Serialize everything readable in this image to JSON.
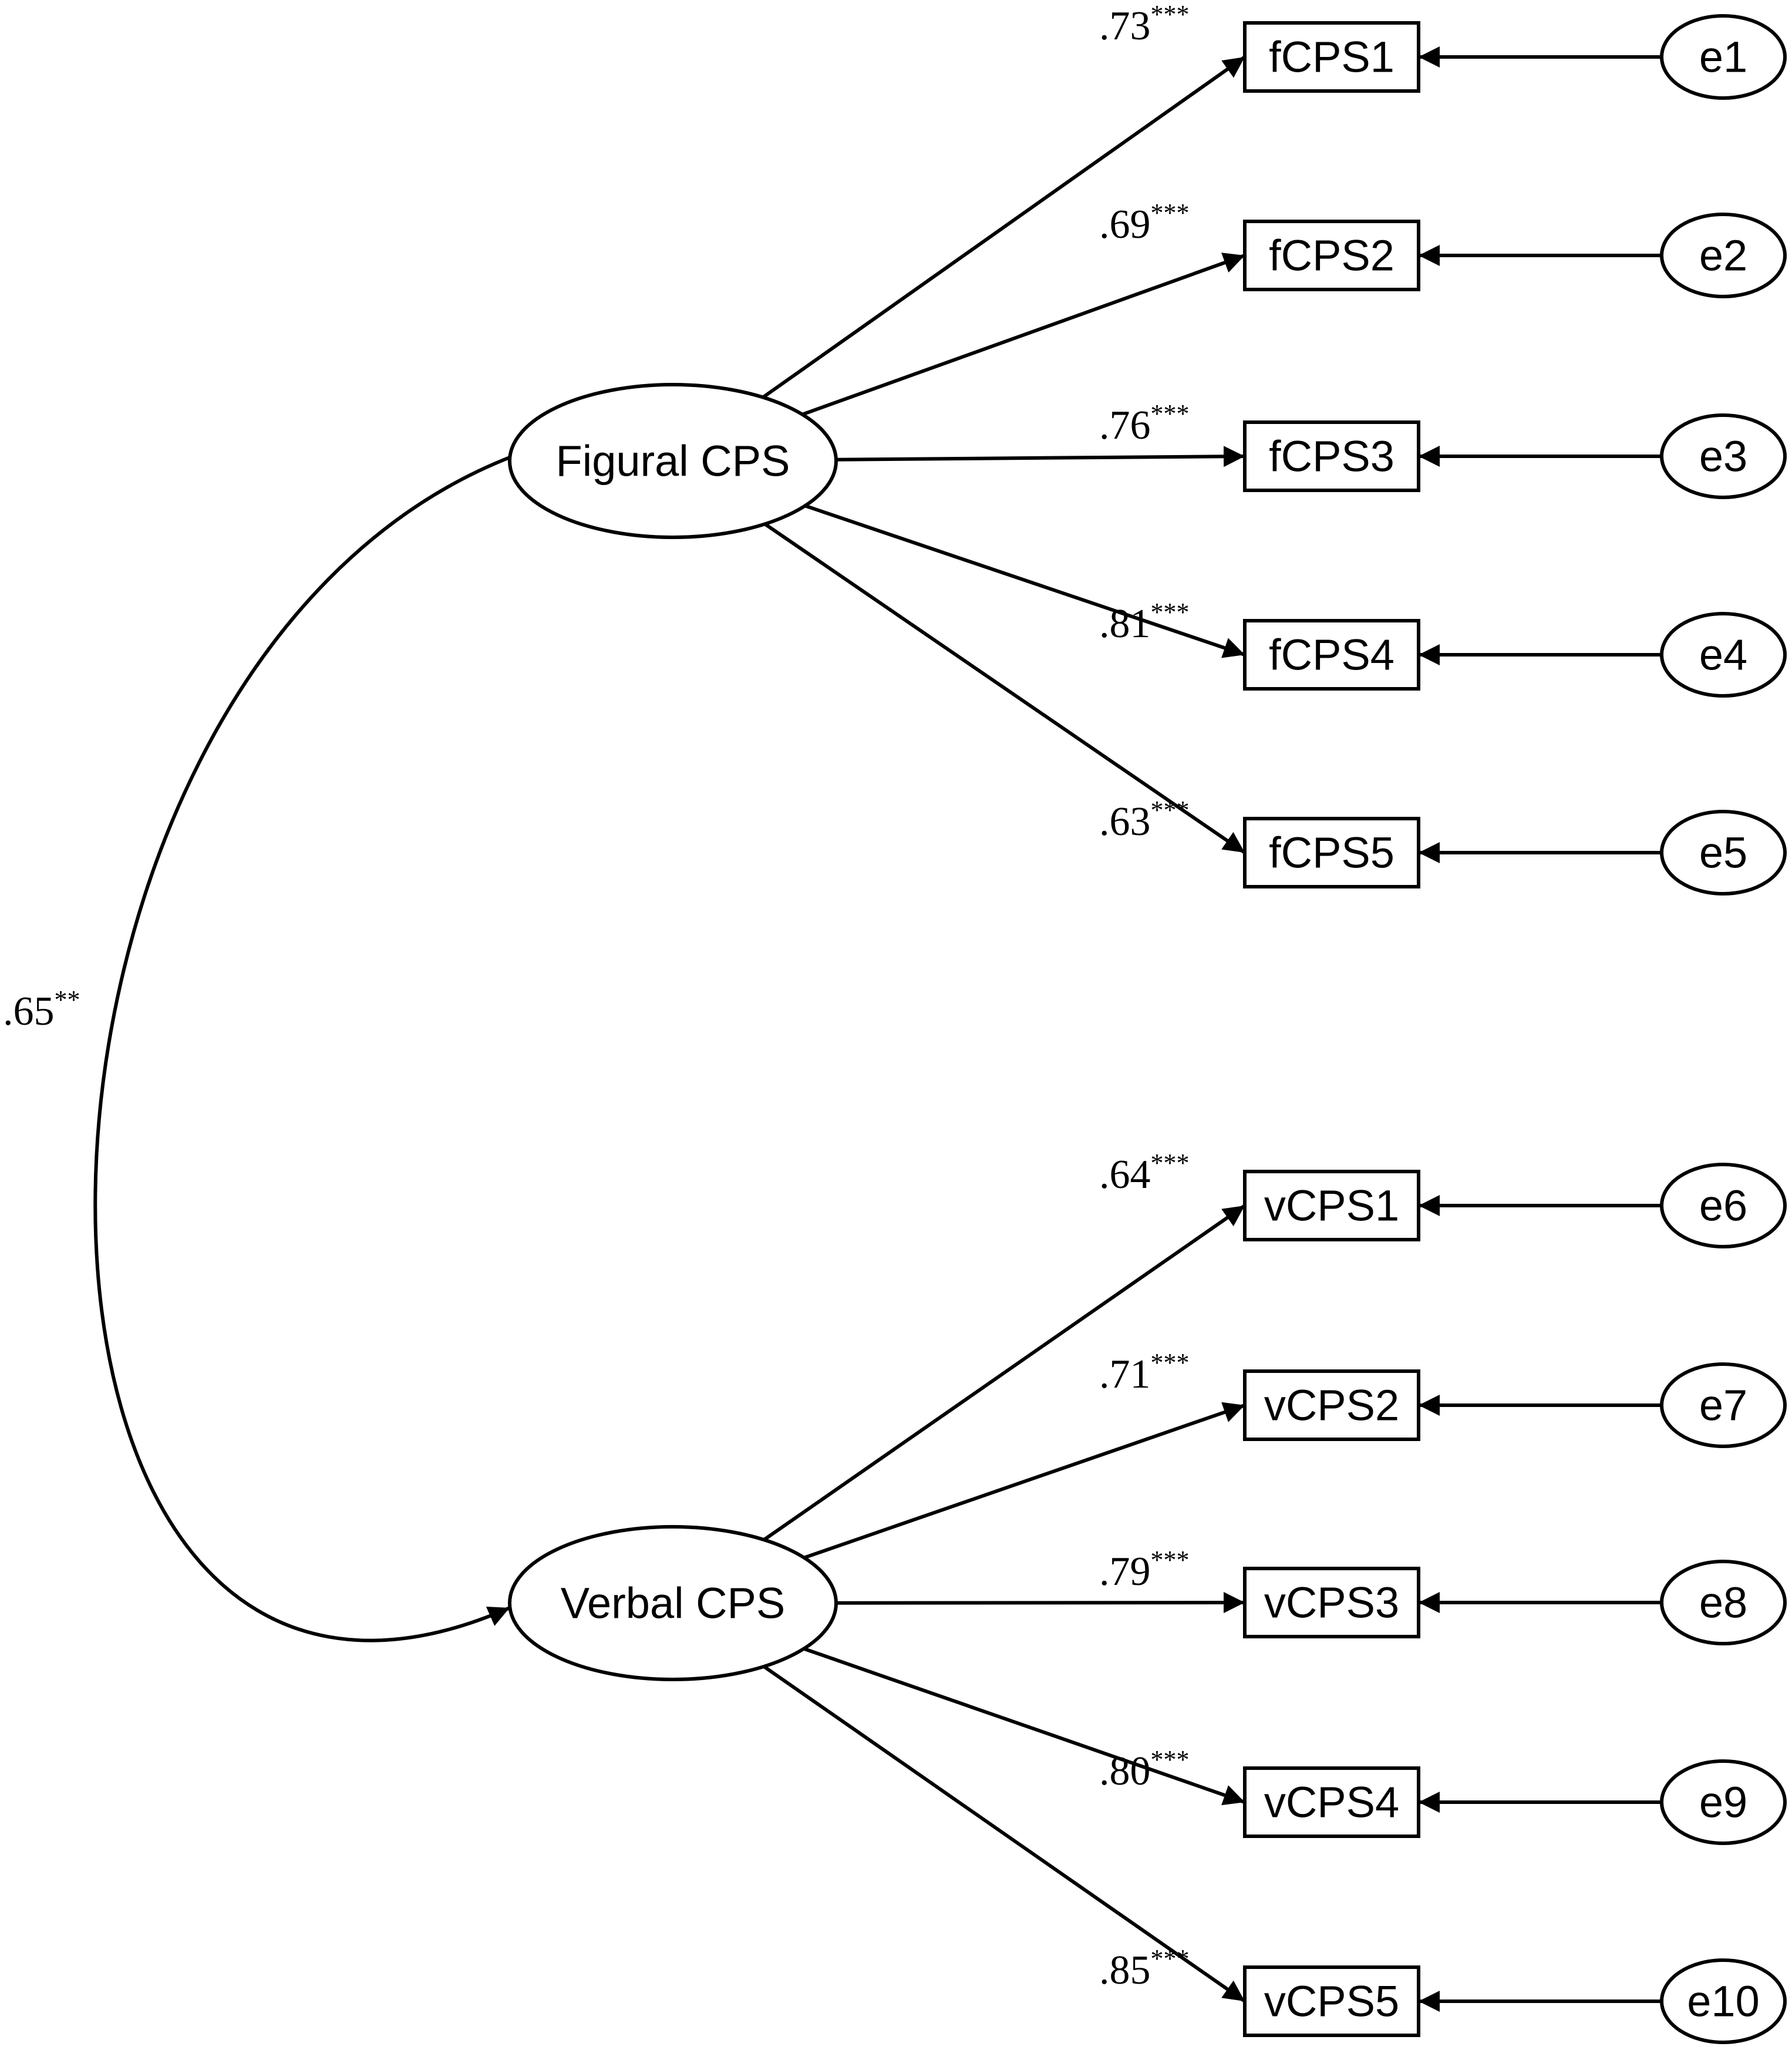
{
  "diagram": {
    "latents": [
      {
        "id": "figural",
        "label": "Figural CPS"
      },
      {
        "id": "verbal",
        "label": "Verbal CPS"
      }
    ],
    "correlation": {
      "value": ".65",
      "sig": "**"
    },
    "indicators": [
      {
        "label": "fCPS1",
        "factor": "figural",
        "loading": ".73",
        "sig": "***",
        "error": "e1"
      },
      {
        "label": "fCPS2",
        "factor": "figural",
        "loading": ".69",
        "sig": "***",
        "error": "e2"
      },
      {
        "label": "fCPS3",
        "factor": "figural",
        "loading": ".76",
        "sig": "***",
        "error": "e3"
      },
      {
        "label": "fCPS4",
        "factor": "figural",
        "loading": ".81",
        "sig": "***",
        "error": "e4"
      },
      {
        "label": "fCPS5",
        "factor": "figural",
        "loading": ".63",
        "sig": "***",
        "error": "e5"
      },
      {
        "label": "vCPS1",
        "factor": "verbal",
        "loading": ".64",
        "sig": "***",
        "error": "e6"
      },
      {
        "label": "vCPS2",
        "factor": "verbal",
        "loading": ".71",
        "sig": "***",
        "error": "e7"
      },
      {
        "label": "vCPS3",
        "factor": "verbal",
        "loading": ".79",
        "sig": "***",
        "error": "e8"
      },
      {
        "label": "vCPS4",
        "factor": "verbal",
        "loading": ".80",
        "sig": "***",
        "error": "e9"
      },
      {
        "label": "vCPS5",
        "factor": "verbal",
        "loading": ".85",
        "sig": "***",
        "error": "e10"
      }
    ]
  }
}
